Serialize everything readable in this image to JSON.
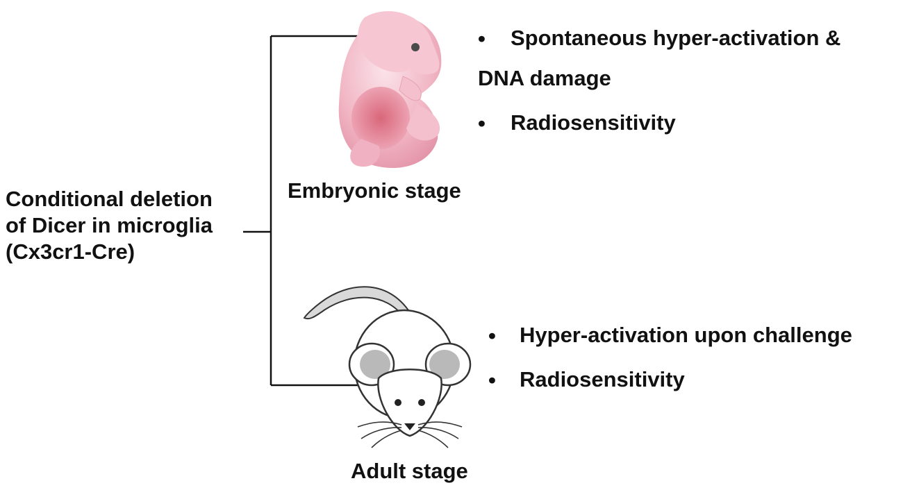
{
  "source": {
    "lines": [
      "Conditional deletion",
      "of Dicer in microglia",
      "(Cx3cr1-Cre)"
    ]
  },
  "embryonic": {
    "label": "Embryonic stage",
    "bullets": [
      {
        "line1": "Spontaneous hyper-activation &",
        "line2": "DNA damage"
      },
      {
        "line1": "Radiosensitivity"
      }
    ]
  },
  "adult": {
    "label": "Adult stage",
    "bullets": [
      {
        "line1": "Hyper-activation upon challenge"
      },
      {
        "line1": "Radiosensitivity"
      }
    ]
  },
  "bullet_symbol": "•",
  "icons": {
    "embryo": "mouse-embryo-icon",
    "mouse": "adult-mouse-icon"
  },
  "colors": {
    "text": "#111111",
    "line": "#111111",
    "embryo_skin": "#f1b6c4",
    "embryo_belly": "#c95468",
    "ear_inner": "#b9b9b9"
  }
}
